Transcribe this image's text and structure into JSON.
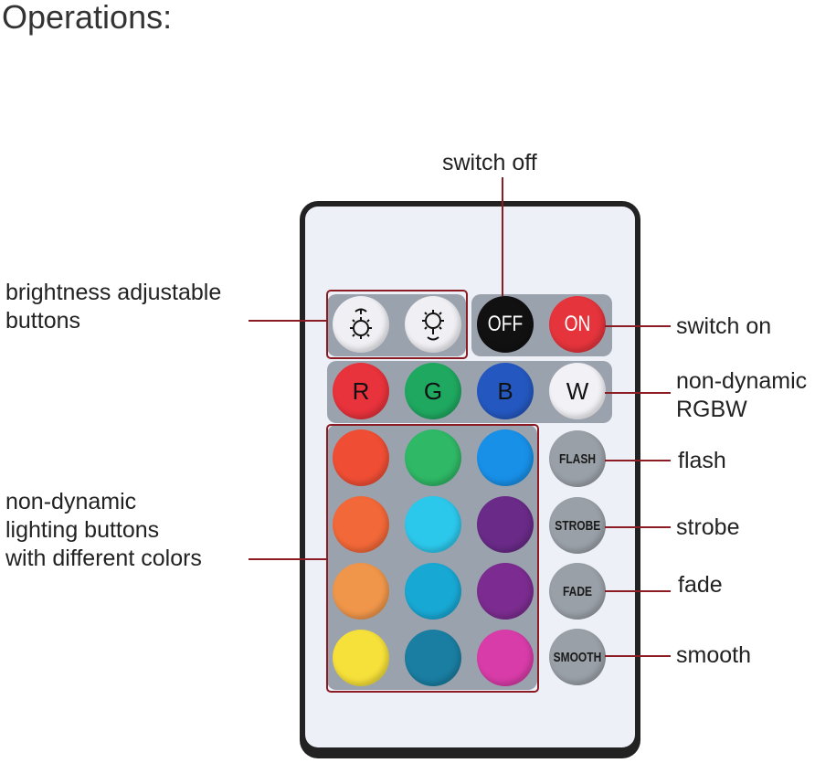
{
  "title": "Operations:",
  "labels": {
    "switch_off": "switch off",
    "brightness": [
      "brightness adjustable",
      "buttons"
    ],
    "switch_on": "switch on",
    "rgbw": [
      "non-dynamic",
      "RGBW"
    ],
    "flash": "flash",
    "strobe": "strobe",
    "fade": "fade",
    "smooth": "smooth",
    "lighting": [
      "non-dynamic",
      "lighting buttons",
      "with different colors"
    ]
  },
  "remote": {
    "brightness_up_icon": "brightness-up-icon",
    "brightness_down_icon": "brightness-down-icon",
    "off": "OFF",
    "on": "ON",
    "rgbw": [
      {
        "text": "R",
        "color": "#e8323c"
      },
      {
        "text": "G",
        "color": "#1fa860"
      },
      {
        "text": "B",
        "color": "#2458c0"
      },
      {
        "text": "W",
        "color": "#f2f2f6"
      }
    ],
    "colors": [
      "#f04e34",
      "#2fb865",
      "#1890e8",
      "#f26838",
      "#2cc8ec",
      "#6a2a88",
      "#f0964a",
      "#18a8d4",
      "#7c2c90",
      "#f6e03a",
      "#1a7ea2",
      "#d83ca8"
    ],
    "effects": [
      "FLASH",
      "STROBE",
      "FADE",
      "SMOOTH"
    ],
    "on_color": "#e5343c",
    "off_color": "#111111"
  }
}
